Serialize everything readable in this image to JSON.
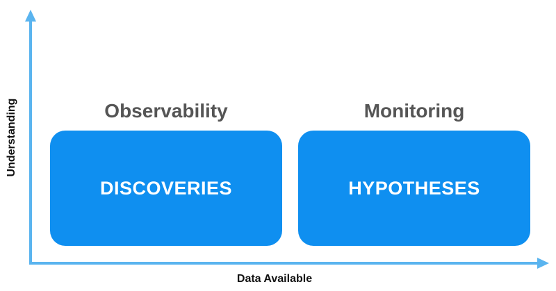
{
  "axes": {
    "x_label": "Data Available",
    "y_label": "Understanding",
    "color": "#5ab4ef"
  },
  "quadrants": [
    {
      "title": "Observability",
      "box_label": "DISCOVERIES",
      "color": "#0f8ff0"
    },
    {
      "title": "Monitoring",
      "box_label": "HYPOTHESES",
      "color": "#0f8ff0"
    }
  ]
}
